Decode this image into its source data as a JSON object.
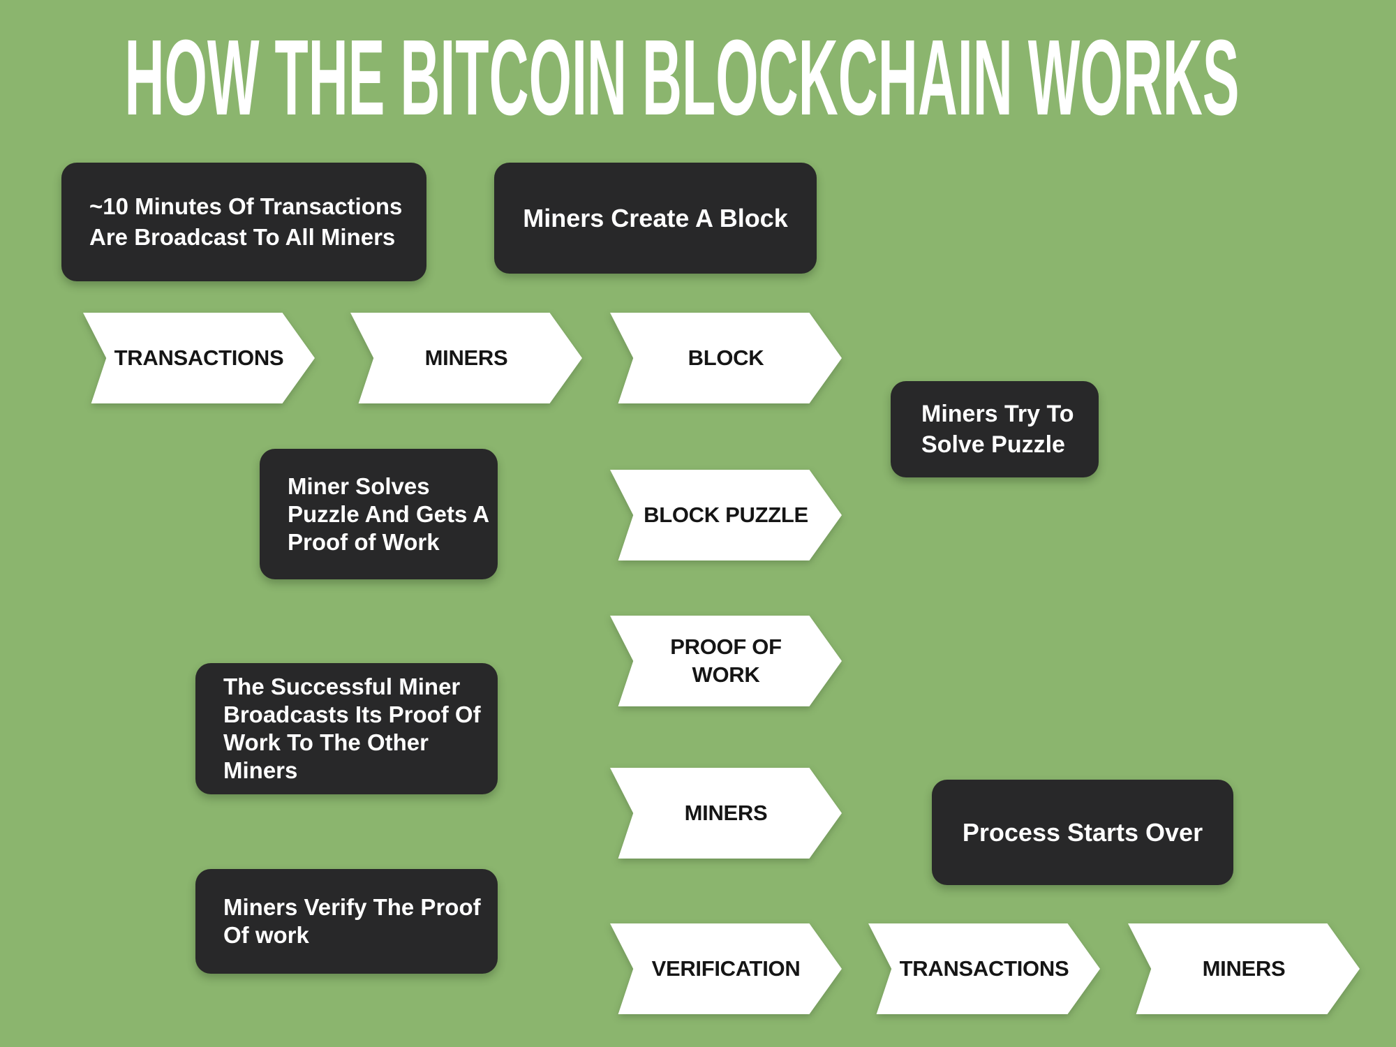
{
  "title": "HOW THE BITCOIN BLOCKCHAIN WORKS",
  "colors": {
    "background": "#8BB56E",
    "panel": "#282829",
    "panel_text": "#FFFFFF",
    "arrow_fill": "#FFFFFF",
    "arrow_text": "#151515",
    "title_text": "#FFFFFF"
  },
  "notes": {
    "broadcast_minutes": "~10 Minutes Of Transactions\nAre Broadcast To All Miners",
    "create_block": "Miners Create A Block",
    "try_solve": "Miners Try To\nSolve Puzzle",
    "solves_puzzle": "Miner Solves\nPuzzle And Gets A\nProof of Work",
    "broadcast_proof": "The Successful Miner\nBroadcasts Its Proof Of\nWork To The Other\nMiners",
    "process_restart": "Process Starts Over",
    "verify_proof": "Miners Verify The Proof\nOf work"
  },
  "arrows": {
    "row1": [
      "TRANSACTIONS",
      "MINERS",
      "BLOCK"
    ],
    "column": [
      "BLOCK PUZZLE",
      "PROOF OF\nWORK",
      "MINERS"
    ],
    "bottom": [
      "VERIFICATION",
      "TRANSACTIONS",
      "MINERS"
    ]
  }
}
